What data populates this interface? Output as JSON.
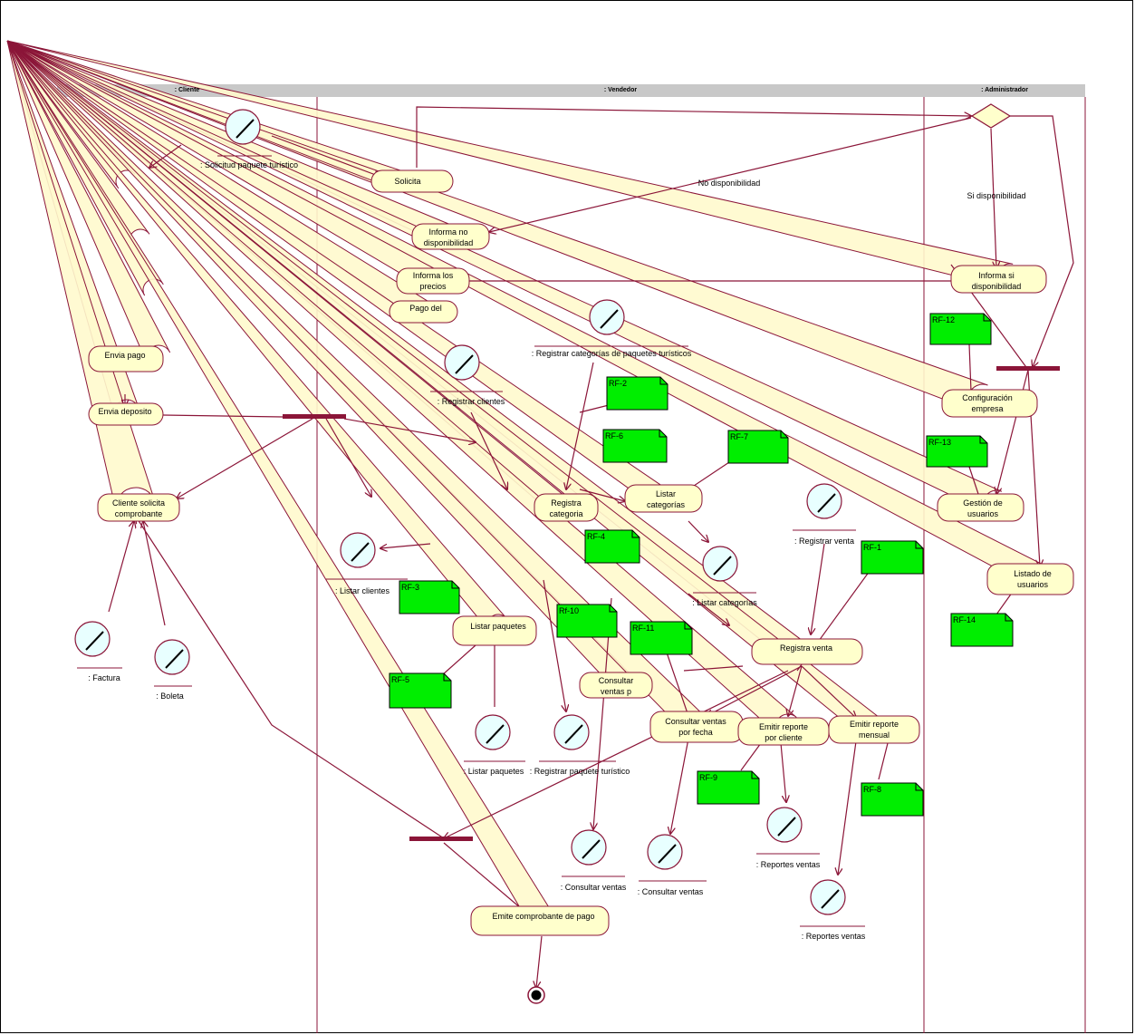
{
  "swimlanes": [
    {
      "id": "cliente",
      "label": ": Cliente"
    },
    {
      "id": "vendedor",
      "label": ": Vendedor"
    },
    {
      "id": "administrador",
      "label": ": Administrador"
    }
  ],
  "activities": {
    "solicita": "Solicita",
    "informa_no": "Informa no\ndisponibilidad",
    "informa_precios": "Informa los\nprecios",
    "pago_del": "Pago del",
    "informa_si": "Informa si\ndisponibilidad",
    "envia_pago": "Envia pago",
    "envia_deposito": "Envia deposito",
    "cliente_solicita": "Cliente solicita\ncomprobante",
    "configuracion": "Configuración\nempresa",
    "gestion": "Gestión de\nusuarios",
    "listado": "Listado de\nusuarios",
    "listar_categorias": "Listar\ncategorías",
    "listar_paquetes": "Listar paquetes",
    "registrar_venta": "Registra venta",
    "consultar_ventas_p": "Consultar\nventas p",
    "consultar_ventas_fecha": "Consultar ventas\npor fecha",
    "emitir_cliente": "Emitir reporte\npor cliente",
    "emitir_mensual": "Emitir  reporte\nmensual",
    "emite_comprobante": "Emite  comprobante de pago",
    "registra_categoria": "Registra\ncategoria"
  },
  "objects": {
    "solicitud": ": Solicitud paquete turístico",
    "registrar_categorias": ": Registrar categorías de paquetes turísticos",
    "registrar_clientes": ": Registrar clientes",
    "registrar_venta": ": Registrar venta",
    "listar_categorias": ": Listar categorías",
    "listar_clientes": ": Listar clientes",
    "factura": ": Factura",
    "boleta": ": Boleta",
    "listar_paquetes": ": Listar paquetes",
    "registrar_paquete": ": Registrar paquete turístico",
    "consultar_ventas_1": ": Consultar ventas",
    "consultar_ventas_2": ": Consultar ventas",
    "reportes_ventas_1": ": Reportes ventas",
    "reportes_ventas_2": ": Reportes ventas"
  },
  "notes": {
    "rf12": "RF-12",
    "rf2": "RF-2",
    "rf6": "RF-6",
    "rf7": "RF-7",
    "rf13": "RF-13",
    "rf4": "RF-4",
    "rf1": "RF-1",
    "rf3": "RF-3",
    "rf10": "Rf-10",
    "rf11": "RF-11",
    "rf14": "RF-14",
    "rf5": "RF-5",
    "rf9": "RF-9",
    "rf8": "RF-8"
  },
  "guards": {
    "no": "No disponibilidad",
    "si": "Si disponibilidad"
  },
  "colors": {
    "line": "#8b1538",
    "activity_fill": "#ffffcc",
    "note_fill": "#00ee00",
    "object_fill": "#e8ffff",
    "lane_header": "#c8c8c8"
  }
}
